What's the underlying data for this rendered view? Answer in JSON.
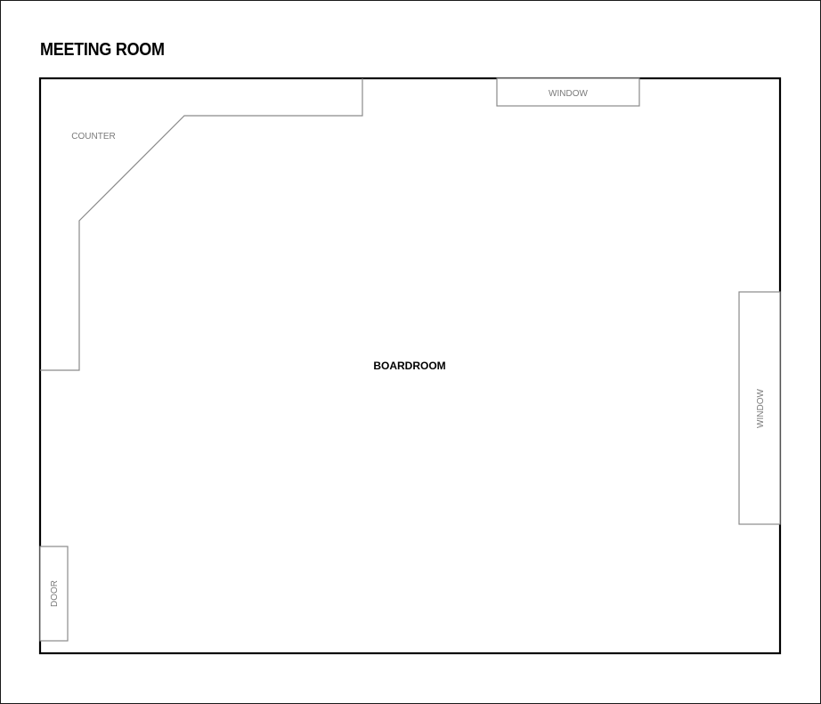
{
  "title": "MEETING ROOM",
  "room": {
    "name": "BOARDROOM"
  },
  "fixtures": {
    "counter": "COUNTER",
    "window_top": "WINDOW",
    "window_right": "WINDOW",
    "door": "DOOR"
  },
  "colors": {
    "outer_wall": "#000000",
    "fixture_line": "#8a8a8a",
    "label": "#7a7a7a"
  }
}
